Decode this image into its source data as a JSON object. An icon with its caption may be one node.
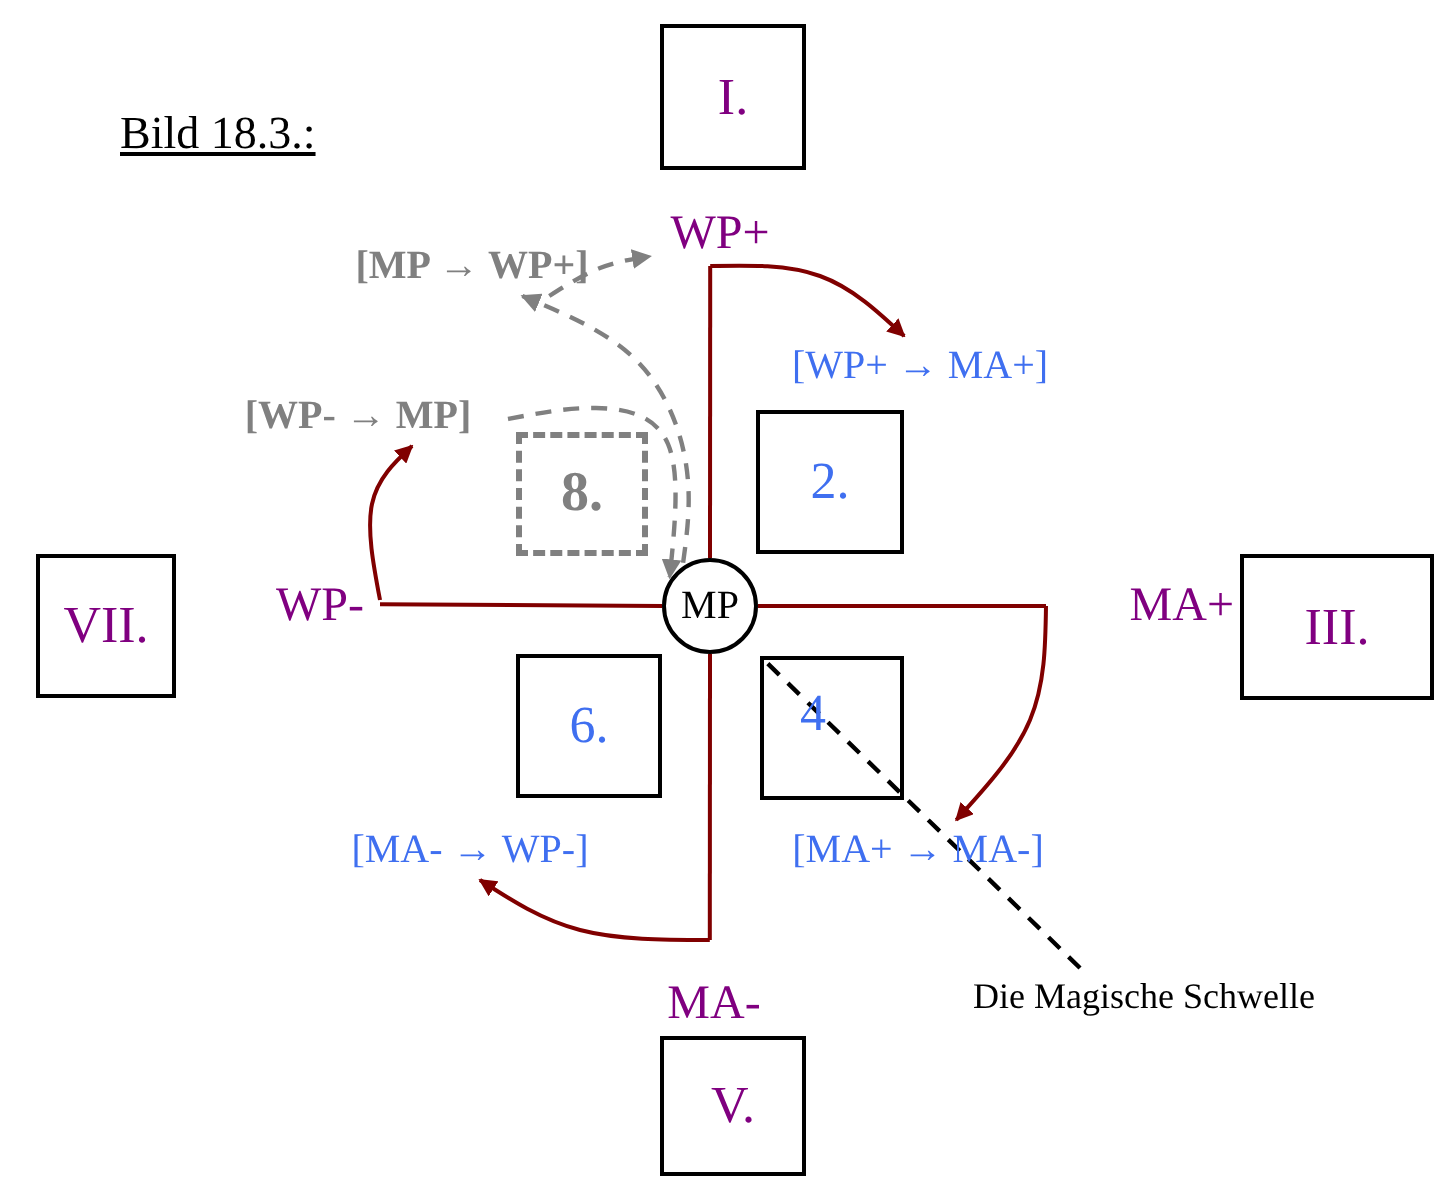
{
  "diagram": {
    "title": "Bild 18.3.:",
    "nodes": [
      {
        "text": [
          "I."
        ]
      },
      {
        "text": [
          "[MP → WP+]"
        ]
      },
      {
        "text": [
          "WP+"
        ]
      },
      {
        "text": [
          "[WP+ → MA+]"
        ]
      },
      {
        "text": [
          "[WP- → MP]"
        ]
      },
      {
        "text": [
          "8."
        ]
      },
      {
        "text": [
          "2."
        ]
      },
      {
        "text": [
          "VII."
        ]
      },
      {
        "text": [
          "WP-"
        ]
      },
      {
        "text": [
          "MP"
        ]
      },
      {
        "text": [
          "MA+"
        ]
      },
      {
        "text": [
          "III."
        ]
      },
      {
        "text": [
          "6."
        ]
      },
      {
        "text": [
          "4"
        ]
      },
      {
        "text": [
          "[MA- → WP-]"
        ]
      },
      {
        "text": [
          "[MA+ → MA-]"
        ]
      },
      {
        "text": [
          "Die Magische Schwelle"
        ]
      },
      {
        "text": [
          "MA-"
        ]
      },
      {
        "text": [
          "V."
        ]
      }
    ],
    "edges": [
      {
        "from": 9,
        "to": 2,
        "arrow": "none"
      },
      {
        "from": 2,
        "to": 3,
        "arrow": "to"
      },
      {
        "from": 9,
        "to": 10,
        "arrow": "none"
      },
      {
        "from": 10,
        "to": 15,
        "arrow": "to"
      },
      {
        "from": 9,
        "to": 17,
        "arrow": "none"
      },
      {
        "from": 17,
        "to": 14,
        "arrow": "to"
      },
      {
        "from": 9,
        "to": 8,
        "arrow": "none"
      },
      {
        "from": 8,
        "to": 4,
        "arrow": "to"
      },
      {
        "from": 9,
        "to": 1,
        "arrow": "to",
        "style": "dashed",
        "color": "#808080"
      },
      {
        "from": 1,
        "to": 2,
        "arrow": "to",
        "style": "dashed",
        "color": "#808080"
      },
      {
        "from": 4,
        "to": 9,
        "arrow": "to",
        "style": "dashed",
        "color": "#808080"
      },
      {
        "from": 16,
        "to": 13,
        "arrow": "none",
        "style": "dashed",
        "color": "#000000"
      }
    ]
  }
}
